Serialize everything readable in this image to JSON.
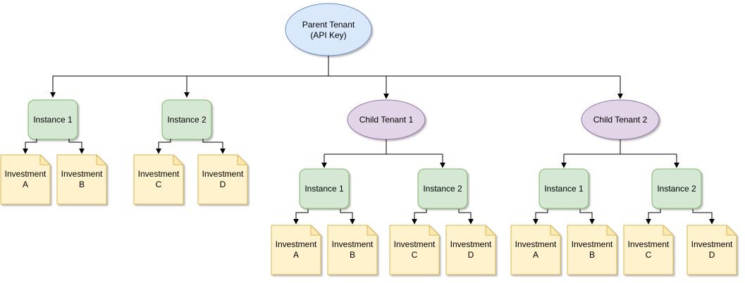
{
  "diagram": {
    "type": "tree",
    "root": {
      "label": "Parent Tenant (API Key)",
      "children": [
        {
          "label": "Instance 1",
          "children": [
            {
              "label": "Investment A"
            },
            {
              "label": "Investment B"
            }
          ]
        },
        {
          "label": "Instance 2",
          "children": [
            {
              "label": "Investment C"
            },
            {
              "label": "Investment D"
            }
          ]
        },
        {
          "label": "Child Tenant 1",
          "children": [
            {
              "label": "Instance 1",
              "children": [
                {
                  "label": "Investment A"
                },
                {
                  "label": "Investment B"
                }
              ]
            },
            {
              "label": "Instance 2",
              "children": [
                {
                  "label": "Investment C"
                },
                {
                  "label": "Investment D"
                }
              ]
            }
          ]
        },
        {
          "label": "Child Tenant 2",
          "children": [
            {
              "label": "Instance 1",
              "children": [
                {
                  "label": "Investment A"
                },
                {
                  "label": "Investment B"
                }
              ]
            },
            {
              "label": "Instance 2",
              "children": [
                {
                  "label": "Investment C"
                },
                {
                  "label": "Investment D"
                }
              ]
            }
          ]
        }
      ]
    }
  },
  "colors": {
    "background": "#ffffff",
    "parent_tenant_fill": "#dae8fc",
    "parent_tenant_stroke": "#6c8ebf",
    "instance_fill": "#d5e8d4",
    "instance_stroke": "#82b366",
    "child_tenant_fill": "#e1d5e7",
    "child_tenant_stroke": "#9673a6",
    "note_fill": "#fff2cc",
    "note_fold_fill": "#ffe9b3",
    "note_stroke": "#d6b656",
    "edge": "#000000"
  }
}
